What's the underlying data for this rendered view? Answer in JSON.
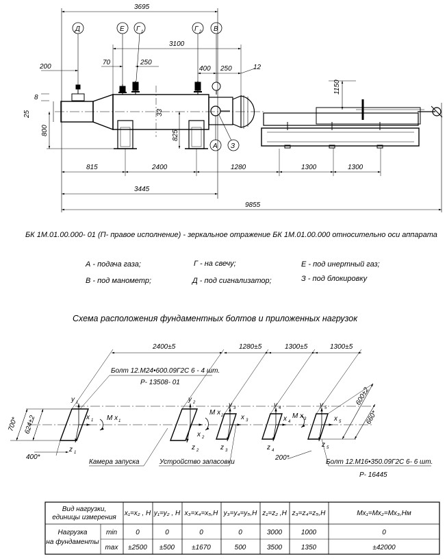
{
  "top_view": {
    "dims": {
      "d3695": "3695",
      "d3100": "3100",
      "d200": "200",
      "d70": "70",
      "d250a": "250",
      "d400": "400",
      "d250b": "250",
      "d12": "12",
      "d1150": "1150",
      "d8": "8",
      "d25": "25",
      "d800": "800",
      "d825": "825",
      "d33": "33",
      "d815": "815",
      "d2400": "2400",
      "d1280": "1280",
      "d1300a": "1300",
      "d1300b": "1300",
      "d3445": "3445",
      "d9855": "9855"
    },
    "markers": {
      "D": "Д",
      "E": "Е",
      "G1": "Г",
      "G1sub": "1",
      "G2": "Г",
      "G2sub": "2",
      "V": "В",
      "A": "А",
      "Z": "З"
    }
  },
  "note": "БК 1М.01.00.000- 01 (П- правое исполнение) -  зеркальное отражение БК 1М.01.00.000 относительно оси аппарата",
  "legend": {
    "a": "А - подача газа;",
    "v": "В - под манометр;",
    "g": "Г - на свечу;",
    "d": "Д - под сигнализатор;",
    "e": "Е - под инертный газ;",
    "z": "З - под блокировку"
  },
  "scheme": {
    "title": "Схема расположения фундаментных болтов и приложенных нагрузок",
    "dims": {
      "s2400": "2400±5",
      "s1280": "1280±5",
      "s1300a": "1300±5",
      "s1300b": "1300±5",
      "s700": "700*",
      "s624": "624±2",
      "s400": "400*",
      "s600": "600±2",
      "s660": "660*",
      "s200": "200*"
    },
    "bolt1": "Болт 12.М24•600.09Г2С 6 -  4 шт.",
    "bolt1_std": "Р- 13508- 01",
    "bolt2": "Болт 12.М16•350.09Г2С 6-  6 шт.",
    "bolt2_std": "Р- 16445",
    "camera": "Камера запуска",
    "device": "Устройство запасовки",
    "axes": {
      "y1": "y",
      "y1s": "1",
      "x1": "x",
      "x1s": "1",
      "z1": "z",
      "z1s": "1",
      "m1": "M x",
      "m1s": "1",
      "y2": "y",
      "y2s": "2",
      "x2": "x",
      "x2s": "2",
      "z2": "z",
      "z2s": "2",
      "m2": "M x",
      "m2s": "2",
      "y3": "y",
      "y3s": "3",
      "x3": "x",
      "x3s": "3",
      "z3": "z",
      "z3s": "3",
      "y4": "y",
      "y4s": "4",
      "x4": "x",
      "x4s": "4",
      "z4": "z",
      "z4s": "4",
      "m3": "M x",
      "m3s": "3",
      "y5": "y",
      "y5s": "5",
      "x5": "x",
      "x5s": "5",
      "z5": "z",
      "z5s": "5"
    }
  },
  "table": {
    "header_label": "Вид нагрузки, единицы измерения",
    "header_label_l1": "Вид нагрузки,",
    "header_label_l2": "единицы измерения",
    "columns": [
      "x₁=x₂ , H",
      "y₁=y₂ , H",
      "x₃=x₄=x₅,H",
      "y₃=y₄=y₅,H",
      "z₁=z₂ ,H",
      "z₃=z₄=z₅,H",
      "Mx₁=Mx₂=Mx₃,Hм"
    ],
    "row_label": "Нагрузка на фундаменты",
    "row_label_l1": "Нагрузка",
    "row_label_l2": "на фундаменты",
    "min_label": "min",
    "max_label": "max",
    "min": [
      "0",
      "0",
      "0",
      "0",
      "3000",
      "1000",
      "0"
    ],
    "max": [
      "±2500",
      "±500",
      "±1670",
      "500",
      "3500",
      "1350",
      "±42000"
    ]
  }
}
